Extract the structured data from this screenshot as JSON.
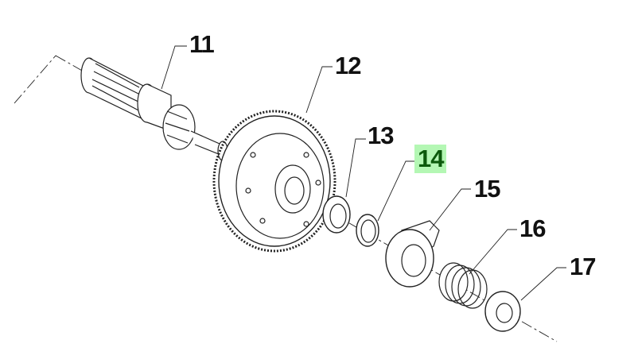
{
  "diagram": {
    "callouts": [
      {
        "number": "11",
        "highlighted": false
      },
      {
        "number": "12",
        "highlighted": false
      },
      {
        "number": "13",
        "highlighted": false
      },
      {
        "number": "14",
        "highlighted": true
      },
      {
        "number": "15",
        "highlighted": false
      },
      {
        "number": "16",
        "highlighted": false
      },
      {
        "number": "17",
        "highlighted": false
      }
    ],
    "highlight_color": "#b4f7b4",
    "highlight_text_color": "#0b5a0b"
  }
}
